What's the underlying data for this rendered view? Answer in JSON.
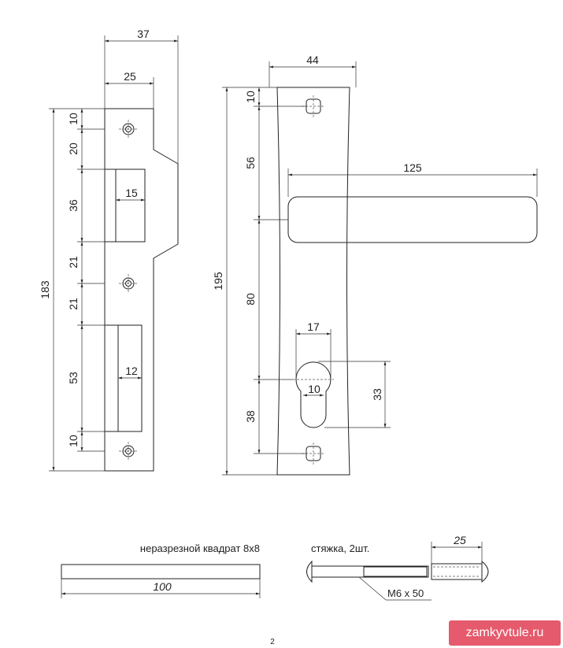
{
  "strike": {
    "dims": {
      "w37": "37",
      "w25": "25",
      "h183": "183",
      "s10a": "10",
      "s20": "20",
      "s36": "36",
      "s21a": "21",
      "s21b": "21",
      "s53": "53",
      "s10b": "10",
      "w15": "15",
      "w12": "12"
    }
  },
  "plate": {
    "dims": {
      "w44": "44",
      "h195": "195",
      "s10": "10",
      "s56": "56",
      "s80": "80",
      "s38": "38",
      "lever125": "125",
      "cyl17": "17",
      "cyl10": "10",
      "cyl33": "33"
    }
  },
  "spindle": {
    "label": "неразрезной квадрат 8х8",
    "length": "100"
  },
  "screws": {
    "label": "стяжка, 2шт.",
    "length": "25",
    "size": "М6 x 50"
  },
  "page_number": "2",
  "watermark": "zamkyvtule.ru"
}
